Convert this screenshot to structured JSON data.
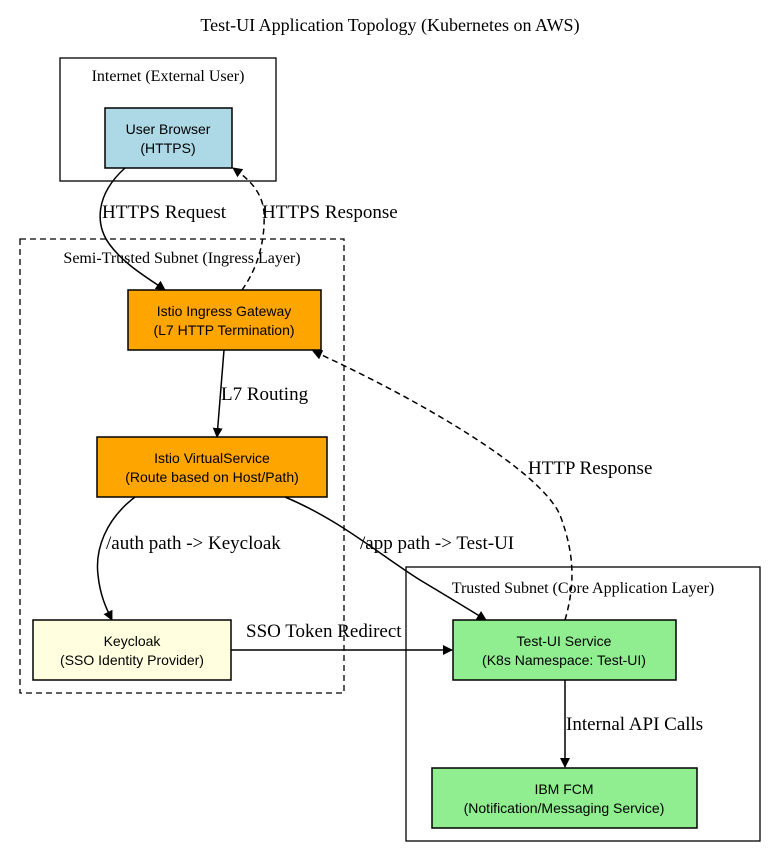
{
  "title": "Test-UI Application Topology (Kubernetes on AWS)",
  "clusters": {
    "internet": "Internet (External User)",
    "semi": "Semi-Trusted Subnet (Ingress Layer)",
    "trusted": "Trusted Subnet (Core Application Layer)"
  },
  "nodes": {
    "browser": {
      "line1": "User Browser",
      "line2": "(HTTPS)",
      "fill": "#add8e6"
    },
    "gateway": {
      "line1": "Istio Ingress Gateway",
      "line2": "(L7 HTTP Termination)",
      "fill": "#ffa500"
    },
    "vservice": {
      "line1": "Istio VirtualService",
      "line2": "(Route based on Host/Path)",
      "fill": "#ffa500"
    },
    "keycloak": {
      "line1": "Keycloak",
      "line2": "(SSO Identity Provider)",
      "fill": "#ffffe0"
    },
    "testui": {
      "line1": "Test-UI Service",
      "line2": "(K8s Namespace: Test-UI)",
      "fill": "#90ee90"
    },
    "fcm": {
      "line1": "IBM FCM",
      "line2": "(Notification/Messaging Service)",
      "fill": "#90ee90"
    }
  },
  "edges": {
    "https_request": "HTTPS Request",
    "https_response": "HTTPS Response",
    "l7_routing": "L7 Routing",
    "http_response": "HTTP Response",
    "auth_path": "/auth path -> Keycloak",
    "app_path": "/app path -> Test-UI",
    "sso_redirect": "SSO Token Redirect",
    "internal_api": "Internal API Calls"
  }
}
